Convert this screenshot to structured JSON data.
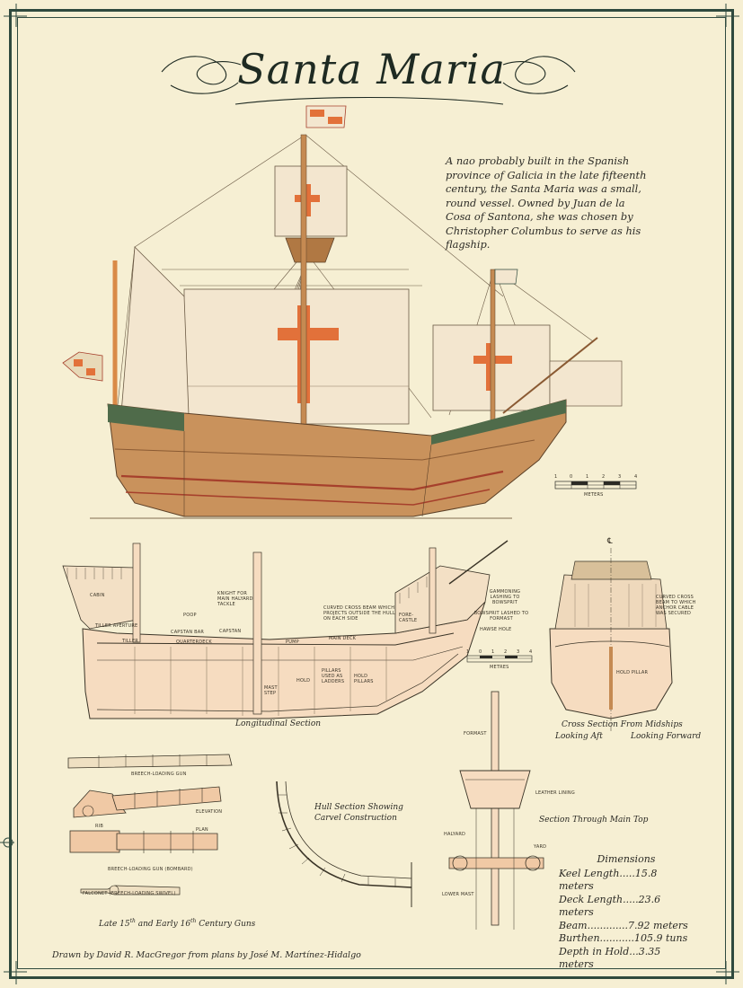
{
  "title": "Santa Maria",
  "intro": "A nao probably built in the Spanish province of Galicia in the late fifteenth century, the Santa Maria was a small, round vessel. Owned by Juan de la Cosa of Santona, she was chosen by Christopher Columbus to serve as his flagship.",
  "scale_top": {
    "ticks": [
      "1",
      "0",
      "1",
      "2",
      "3",
      "4"
    ],
    "unit": "METERS"
  },
  "scale_mid": {
    "ticks": [
      "1",
      "0",
      "1",
      "2",
      "3",
      "4"
    ],
    "unit": "METRES"
  },
  "longitudinal": {
    "caption": "Longitudinal Section",
    "labels": {
      "cabin": "CABIN",
      "poop": "POOP",
      "knight": "KNIGHT FOR MAIN HALYARD TACKLE",
      "tiller_aperture": "TILLER APERTURE",
      "tiller": "TILLER",
      "capstan_bar": "CAPSTAN BAR",
      "capstan": "CAPSTAN",
      "quarterdeck": "QUARTERDECK",
      "pump": "PUMP",
      "curved_beam": "CURVED CROSS BEAM WHICH PROJECTS OUTSIDE THE HULL ON EACH SIDE",
      "main_deck": "MAIN DECK",
      "forecastle": "FORE- CASTLE",
      "gammoning": "GAMMONING LASHING TO BOWSPRIT",
      "bowsprit": "BOWSPRIT LASHED TO FORMAST",
      "hawse": "HAWSE HOLE",
      "mast_step": "MAST STEP",
      "hold": "HOLD",
      "pillars_ladders": "PILLARS USED AS LADDERS",
      "hold_pillars": "HOLD PILLARS"
    }
  },
  "cross_section": {
    "caption_1": "Cross Section From Midships",
    "caption_aft": "Looking Aft",
    "caption_fwd": "Looking Forward",
    "curved_beam": "CURVED CROSS BEAM TO WHICH ANCHOR CABLE WAS SECURED",
    "hold_pillar": "HOLD PILLAR",
    "centerline": "℄"
  },
  "guns": {
    "caption_1": "Late 15",
    "caption_sup_1": "th",
    "caption_2": " and Early 16",
    "caption_sup_2": "th",
    "caption_3": " Century Guns",
    "breech_loading_gun": "BREECH-LOADING GUN",
    "elevation": "ELEVATION",
    "rib": "RIB",
    "plan": "PLAN",
    "bombard": "BREECH-LOADING GUN (BOMBARD)",
    "falconet": "FALCONET (BREECH-LOADING SWIVEL)"
  },
  "hull_section": {
    "caption_1": "Hull Section Showing",
    "caption_2": "Carvel Construction"
  },
  "main_top": {
    "caption": "Section Through Main Top",
    "formast": "FORMAST",
    "leather_lining": "LEATHER LINING",
    "halyard": "HALYARD",
    "yard": "YARD",
    "lower_mast": "LOWER MAST"
  },
  "dimensions": {
    "heading": "Dimensions",
    "rows": [
      "Keel Length.....15.8 meters",
      "Deck Length.....23.6 meters",
      "Beam.............7.92 meters",
      "Burthen...........105.9 tuns",
      "Depth in Hold...3.35 meters"
    ]
  },
  "credit": "Drawn by David R. MacGregor from plans by José M. Martínez-Hidalgo",
  "colors": {
    "paper": "#f6efd3",
    "frame": "#2f4a3e",
    "hull": "#c9925c",
    "sail": "#f3e6cf",
    "cross": "#e2713a",
    "wale": "#a6402c"
  }
}
